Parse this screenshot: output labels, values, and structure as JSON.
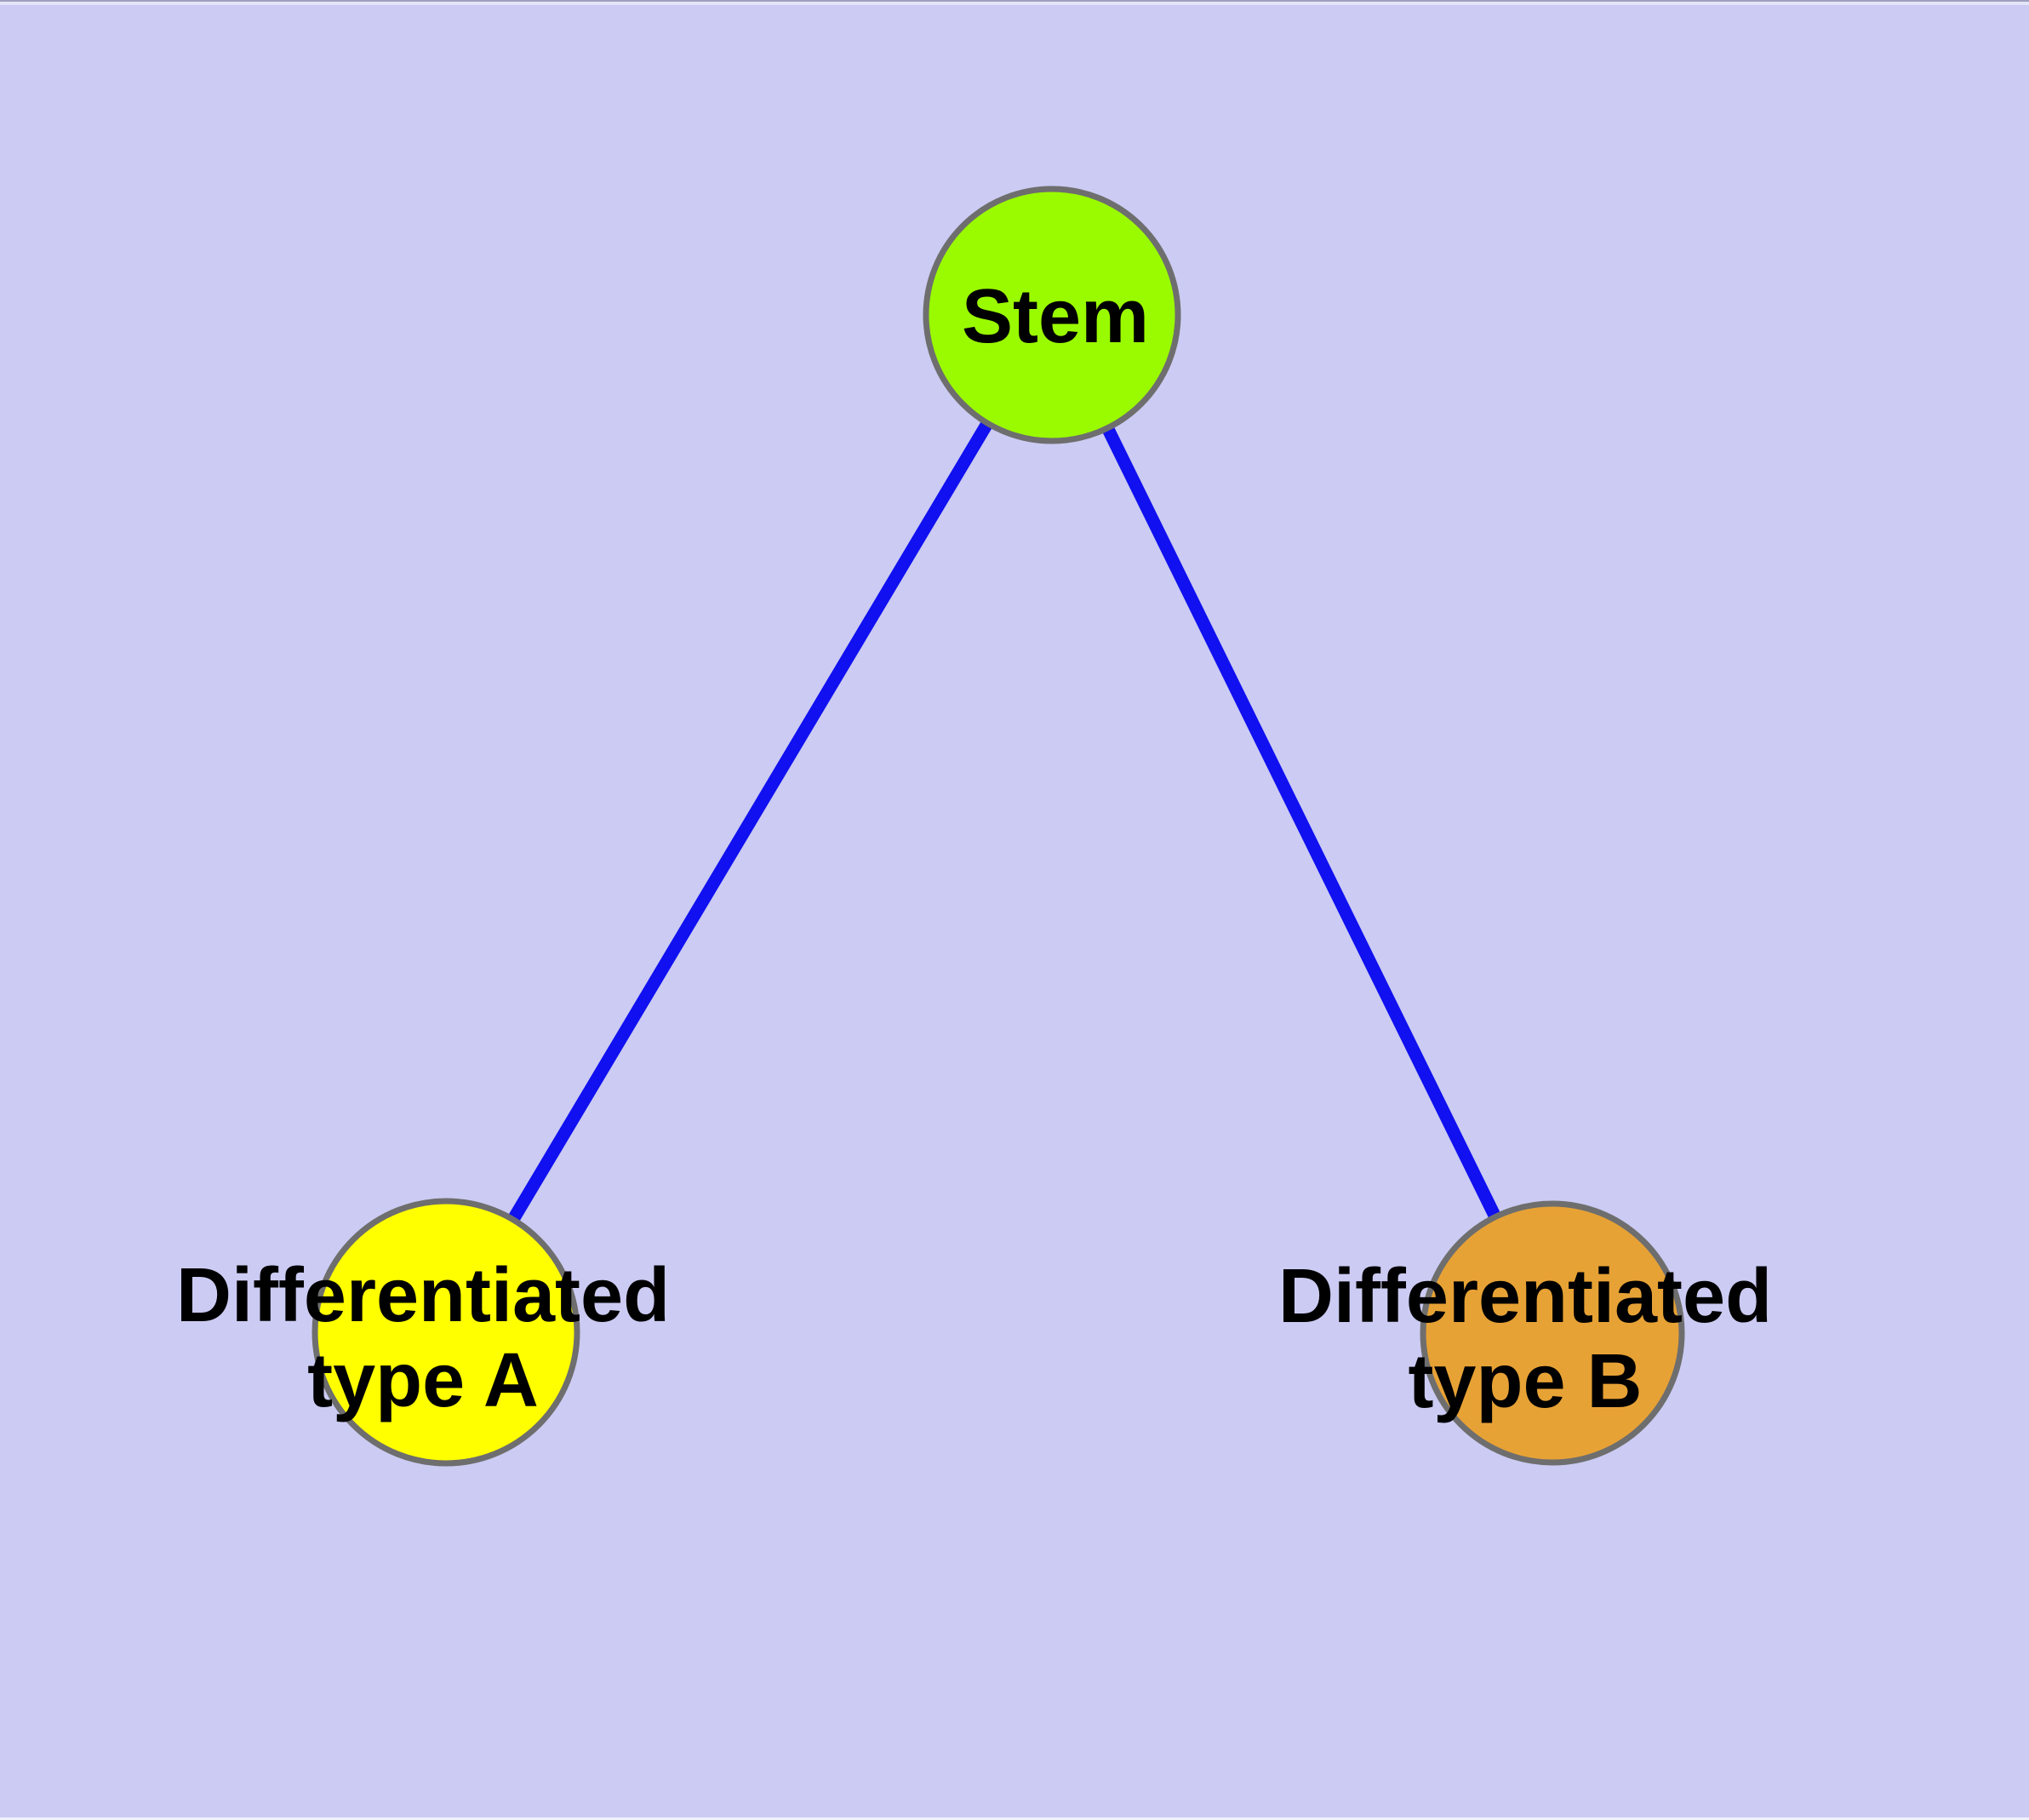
{
  "canvas": {
    "background_color": "#CBCBF3",
    "edge_color": "#1010F0",
    "node_border_color": "#6E6E6E",
    "label_color": "#000000"
  },
  "nodes": [
    {
      "id": "stem",
      "label": "Stem",
      "fill": "#9AFB00"
    },
    {
      "id": "type-a",
      "label_line1": "Differentiated",
      "label_line2": "type A",
      "fill": "#FFFF00"
    },
    {
      "id": "type-b",
      "label_line1": "Differentiated",
      "label_line2": "type B",
      "fill": "#E7A235"
    }
  ],
  "edges": [
    {
      "from": "Stem",
      "to": "Differentiated type A"
    },
    {
      "from": "Stem",
      "to": "Differentiated type B"
    }
  ]
}
